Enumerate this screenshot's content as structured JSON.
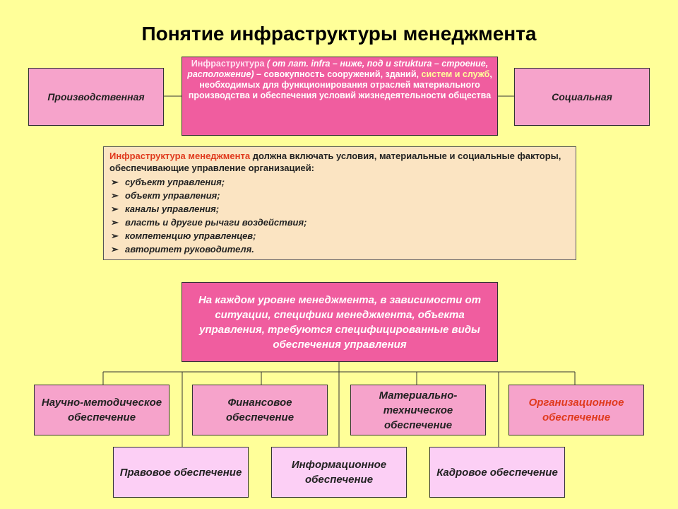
{
  "title": "Понятие инфраструктуры менеджмента",
  "left_box": "Производственная",
  "right_box": "Социальная",
  "definition": {
    "term": "Инфраструктура",
    "latin_part": "( от лат. infra – ниже, под и struktura – строение, расположение)",
    "text_before": "– совокупность сооружений, зданий,",
    "highlight": "систем и служб",
    "text_after": ", необходимых для функционирования отраслей материального производства и обеспечения условий жизнедеятельности общества"
  },
  "management": {
    "term": "Инфраструктура менеджмента",
    "intro": "должна включать условия, материальные и социальные факторы, обеспечивающие управление организацией:",
    "bullet_glyph": "➢",
    "items": [
      "субъект управления;",
      "объект управления;",
      "каналы управления;",
      "власть и другие рычаги воздействия;",
      "компетенцию управленцев;",
      "авторитет руководителя."
    ]
  },
  "central": "На каждом уровне менеджмента, в зависимости от ситуации, специфики менеджмента, объекта управления, требуются специфицированные виды обеспечения управления",
  "support_top": [
    "Научно-методическое обеспечение",
    "Финансовое обеспечение",
    "Материально-техническое обеспечение",
    "Организационное обеспечение"
  ],
  "support_bottom": [
    "Правовое обеспечение",
    "Информационное обеспечение",
    "Кадровое обеспечение"
  ],
  "colors": {
    "background": "#FFFF99",
    "dark_pink": "#F05D9F",
    "pink": "#F6A3CB",
    "light_pink": "#FCCFF5",
    "beige": "#FBE4C2",
    "red_text": "#E03A1E"
  }
}
